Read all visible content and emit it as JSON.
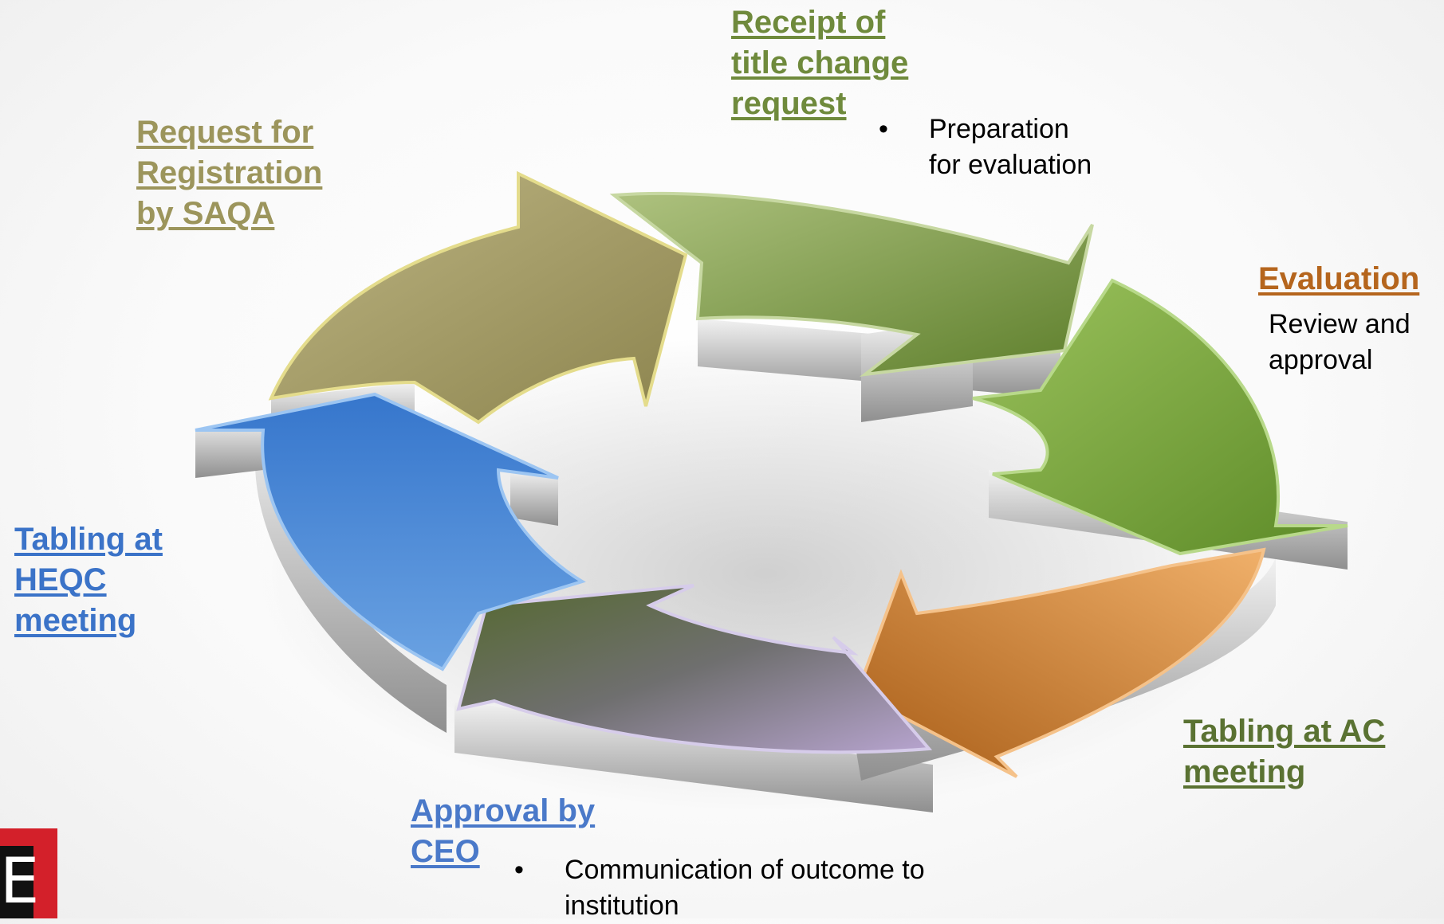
{
  "diagram": {
    "stages": {
      "receipt": {
        "label": " Receipt of\ntitle change\nrequest",
        "color": "#6f8a3c",
        "note": "Preparation\nfor evaluation"
      },
      "evaluation": {
        "label": " Evaluation",
        "color": "#b5651d",
        "note": "Review and\napproval"
      },
      "tabling_ac": {
        "label": "Tabling at AC\nmeeting",
        "color": "#5a7232"
      },
      "approval_ceo": {
        "label": " Approval by\nCEO",
        "color": "#4a79c9",
        "note": "Communication of outcome to\ninstitution"
      },
      "tabling_heqc": {
        "label": " Tabling at\nHEQC\nmeeting",
        "color": "#3b73c8"
      },
      "request_saqa": {
        "label": "Request for\nRegistration\nby SAQA",
        "color": "#9c955c"
      }
    },
    "bullet_glyph": "•",
    "arrow_colors": {
      "olive": "#a69e66",
      "green_top": "#7d9c4a",
      "green_right": "#86ad47",
      "orange": "#d0852f",
      "purple_grey": "#8a8aa5",
      "blue": "#4d8ad8"
    }
  },
  "logo": {
    "letter": "E",
    "color": "#d3202a"
  }
}
